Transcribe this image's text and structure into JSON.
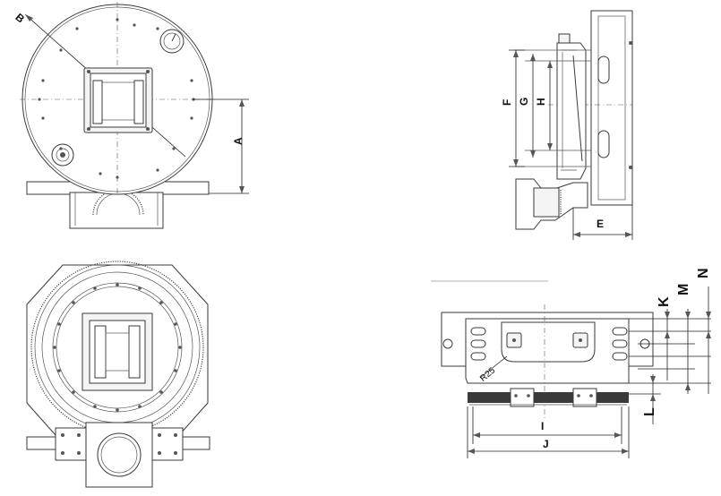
{
  "labels": {
    "front_view": {
      "dim_B": "B",
      "dim_A": "A"
    },
    "side_view": {
      "dim_F": "F",
      "dim_G": "G",
      "dim_H": "H",
      "dim_E": "E"
    },
    "bottom_view": {},
    "slot_view": {
      "dim_K": "K",
      "dim_M": "M",
      "dim_N": "N",
      "dim_L": "L",
      "dim_I": "I",
      "dim_J": "J",
      "radius": "R25"
    }
  }
}
